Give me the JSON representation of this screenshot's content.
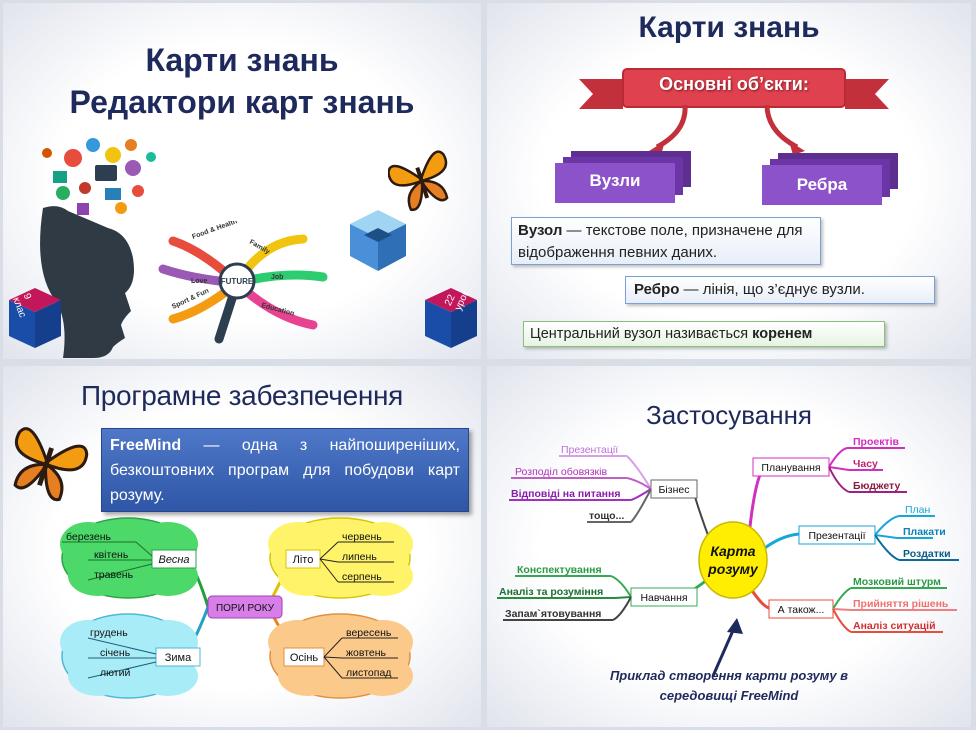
{
  "slide1": {
    "title_line1": "Карти знань",
    "title_line2": "Редактори карт знань",
    "badge_left_l1": "9",
    "badge_left_l2": "клас",
    "badge_right_l1": "22",
    "badge_right_l2": "урок",
    "mindmap": {
      "center": "FUTURE",
      "branches": [
        "Food & Health",
        "Family",
        "Love",
        "Job",
        "Sport & Fun",
        "Education"
      ]
    }
  },
  "slide2": {
    "title": "Карти знань",
    "ribbon": "Основні об’єкти:",
    "card_left": "Вузли",
    "card_right": "Ребра",
    "def1_bold": "Вузол",
    "def1_text": " — текстове поле, призначене для відображення певних даних.",
    "def2_bold": "Ребро",
    "def2_text": " — лінія, що з’єднує вузли.",
    "def3_text": "Центральний вузол  називається ",
    "def3_bold": "коренем"
  },
  "slide3": {
    "title": "Програмне забезпечення",
    "info_bold": "FreeMind",
    "info_text": " — одна з найпоширеніших, безкоштовних програм для побудови карт розуму.",
    "center": "ПОРИ РОКУ",
    "spring": {
      "label": "Весна",
      "months": [
        "березень",
        "квітень",
        "травень"
      ]
    },
    "summer": {
      "label": "Літо",
      "months": [
        "червень",
        "липень",
        "серпень"
      ]
    },
    "winter": {
      "label": "Зима",
      "months": [
        "грудень",
        "січень",
        "лютий"
      ]
    },
    "autumn": {
      "label": "Осінь",
      "months": [
        "вересень",
        "жовтень",
        "листопад"
      ]
    }
  },
  "slide4": {
    "title": "Застосування",
    "center_l1": "Карта",
    "center_l2": "розуму",
    "business": {
      "label": "Бізнес",
      "items": [
        "Презентації",
        "Розподіл обовязків",
        "Відповіді на питання",
        "тощо..."
      ]
    },
    "planning": {
      "label": "Планування",
      "items": [
        "Проектів",
        "Часу",
        "Бюджету"
      ]
    },
    "presentations": {
      "label": "Презентації",
      "items": [
        "План",
        "Плакати",
        "Роздатки"
      ]
    },
    "learning": {
      "label": "Навчання",
      "items": [
        "Конспектування",
        "Аналіз та розуміння",
        "Запам`ятовування"
      ]
    },
    "also": {
      "label": "А також...",
      "items": [
        "Мозковий штурм",
        "Прийняття рішень",
        "Аналіз ситуацій"
      ]
    },
    "caption_l1": "Приклад  створення карти розуму в",
    "caption_l2": "середовищі FreeMind"
  },
  "colors": {
    "title_navy": "#1f2a5c",
    "ribbon_red": "#d83b4a",
    "card_purple": "#7a3fb0",
    "info_blue": "#3b63b8",
    "green": "#35a853",
    "magenta": "#d12fc0",
    "cyan": "#16a6d8",
    "orange": "#f08020",
    "yellow": "#ffee00"
  }
}
